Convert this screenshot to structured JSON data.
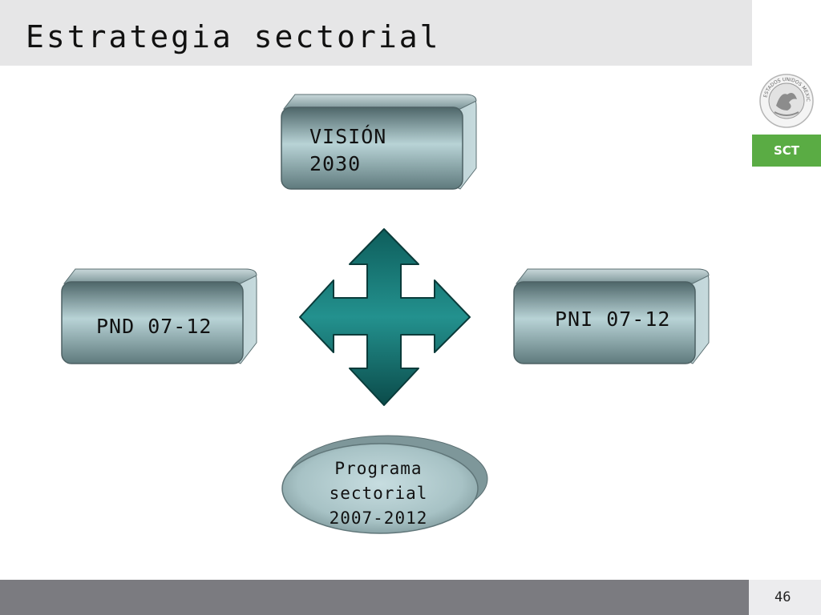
{
  "header": {
    "title": "Estrategia sectorial"
  },
  "branding": {
    "seal_text": "ESTADOS UNIDOS MEXICANOS",
    "badge": "SCT",
    "badge_color": "#5aac44"
  },
  "diagram": {
    "nodes": {
      "top": {
        "line1": "VISIÓN",
        "line2": "2030"
      },
      "left": {
        "label": "PND 07-12"
      },
      "right": {
        "label": "PNI 07-12"
      },
      "bottom": {
        "line1": "Programa",
        "line2": "sectorial",
        "line3": "2007-2012"
      }
    },
    "connector": "four-way-arrow-icon",
    "colors": {
      "box": "#8fa8ab",
      "arrow": "#1f7a78",
      "oval": "#a9c3c6"
    }
  },
  "footer": {
    "page_number": "46"
  }
}
